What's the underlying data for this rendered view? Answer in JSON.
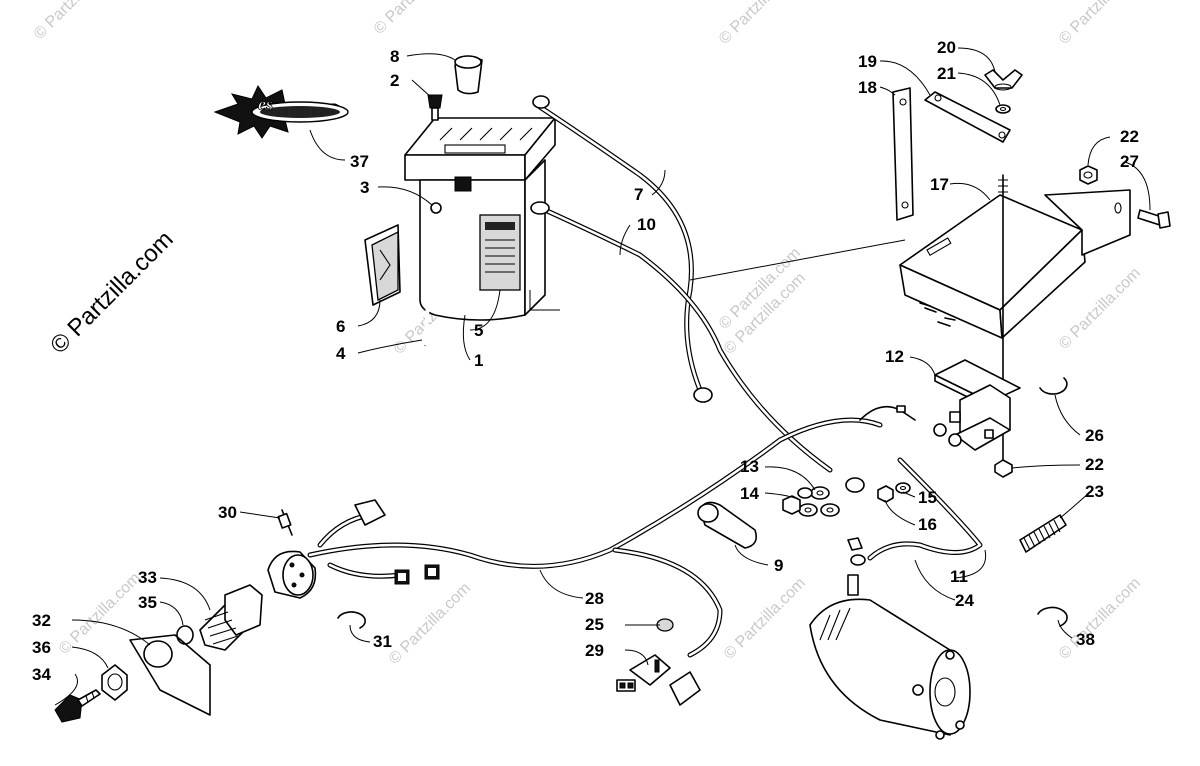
{
  "diagram": {
    "watermark": "© Partzilla.com",
    "callouts": [
      {
        "id": "c1",
        "label": "1"
      },
      {
        "id": "c2",
        "label": "2"
      },
      {
        "id": "c3",
        "label": "3"
      },
      {
        "id": "c4",
        "label": "4"
      },
      {
        "id": "c5",
        "label": "5"
      },
      {
        "id": "c6",
        "label": "6"
      },
      {
        "id": "c7",
        "label": "7"
      },
      {
        "id": "c8",
        "label": "8"
      },
      {
        "id": "c9",
        "label": "9"
      },
      {
        "id": "c10",
        "label": "10"
      },
      {
        "id": "c11",
        "label": "11"
      },
      {
        "id": "c12",
        "label": "12"
      },
      {
        "id": "c13",
        "label": "13"
      },
      {
        "id": "c14",
        "label": "14"
      },
      {
        "id": "c15",
        "label": "15"
      },
      {
        "id": "c16",
        "label": "16"
      },
      {
        "id": "c17",
        "label": "17"
      },
      {
        "id": "c18",
        "label": "18"
      },
      {
        "id": "c19",
        "label": "19"
      },
      {
        "id": "c20",
        "label": "20"
      },
      {
        "id": "c21",
        "label": "21"
      },
      {
        "id": "c22a",
        "label": "22"
      },
      {
        "id": "c22b",
        "label": "22"
      },
      {
        "id": "c23",
        "label": "23"
      },
      {
        "id": "c24",
        "label": "24"
      },
      {
        "id": "c25",
        "label": "25"
      },
      {
        "id": "c26",
        "label": "26"
      },
      {
        "id": "c27",
        "label": "27"
      },
      {
        "id": "c28",
        "label": "28"
      },
      {
        "id": "c29",
        "label": "29"
      },
      {
        "id": "c30",
        "label": "30"
      },
      {
        "id": "c31",
        "label": "31"
      },
      {
        "id": "c32",
        "label": "32"
      },
      {
        "id": "c33",
        "label": "33"
      },
      {
        "id": "c34",
        "label": "34"
      },
      {
        "id": "c35",
        "label": "35"
      },
      {
        "id": "c36",
        "label": "36"
      },
      {
        "id": "c37",
        "label": "37"
      },
      {
        "id": "c38",
        "label": "38"
      }
    ]
  }
}
